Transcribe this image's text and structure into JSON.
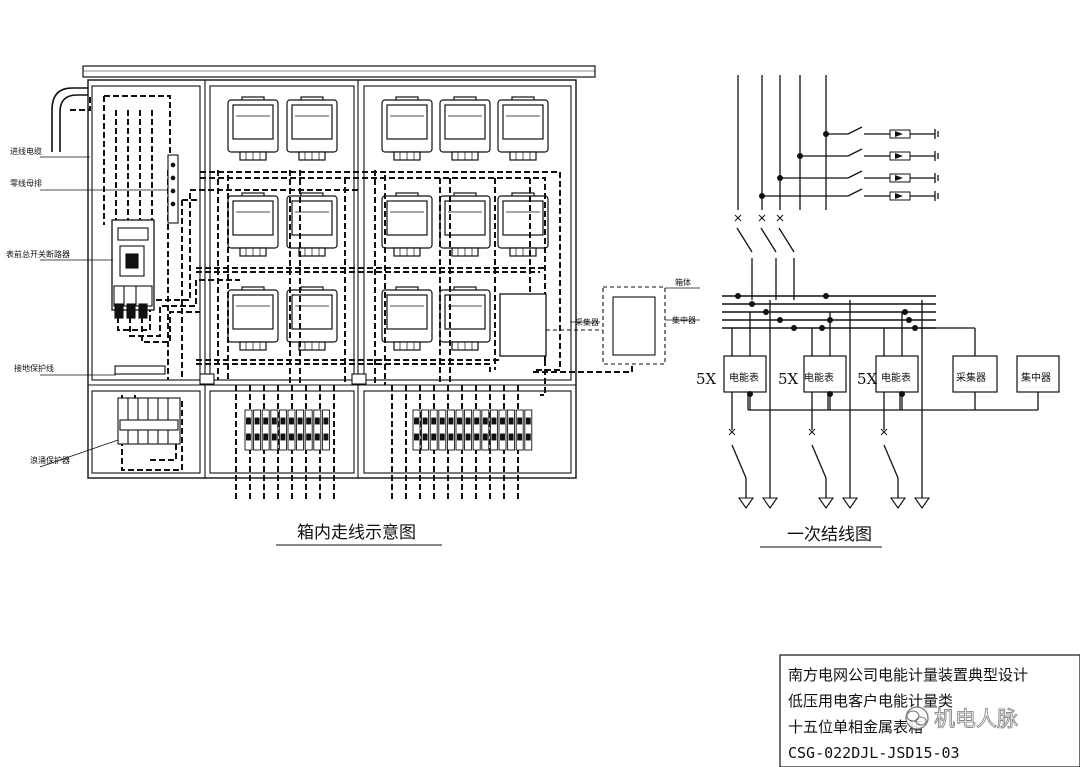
{
  "left_diagram": {
    "title": "箱内走线示意图",
    "labels": {
      "incoming_cable": "进线电缆",
      "neutral_bar": "零线母排",
      "meter_breaker": "表前总开关断路器",
      "ground_line": "接地保护线",
      "surge_protector": "浪涌保护器",
      "collector": "采集器",
      "box_body": "箱体",
      "concentrator": "集中器"
    }
  },
  "right_diagram": {
    "title": "一次结线图",
    "meter_label": "电能表",
    "meter_multiplier": "5X",
    "collector": "采集器",
    "concentrator": "集中器"
  },
  "title_block": {
    "line1": "南方电网公司电能计量装置典型设计",
    "line2": "低压用电客户电能计量类",
    "line3": "十五位单相金属表箱",
    "line4": "CSG-022DJL-JSD15-03"
  },
  "watermark": {
    "text": "机电人脉",
    "icon": "wechat-icon"
  }
}
